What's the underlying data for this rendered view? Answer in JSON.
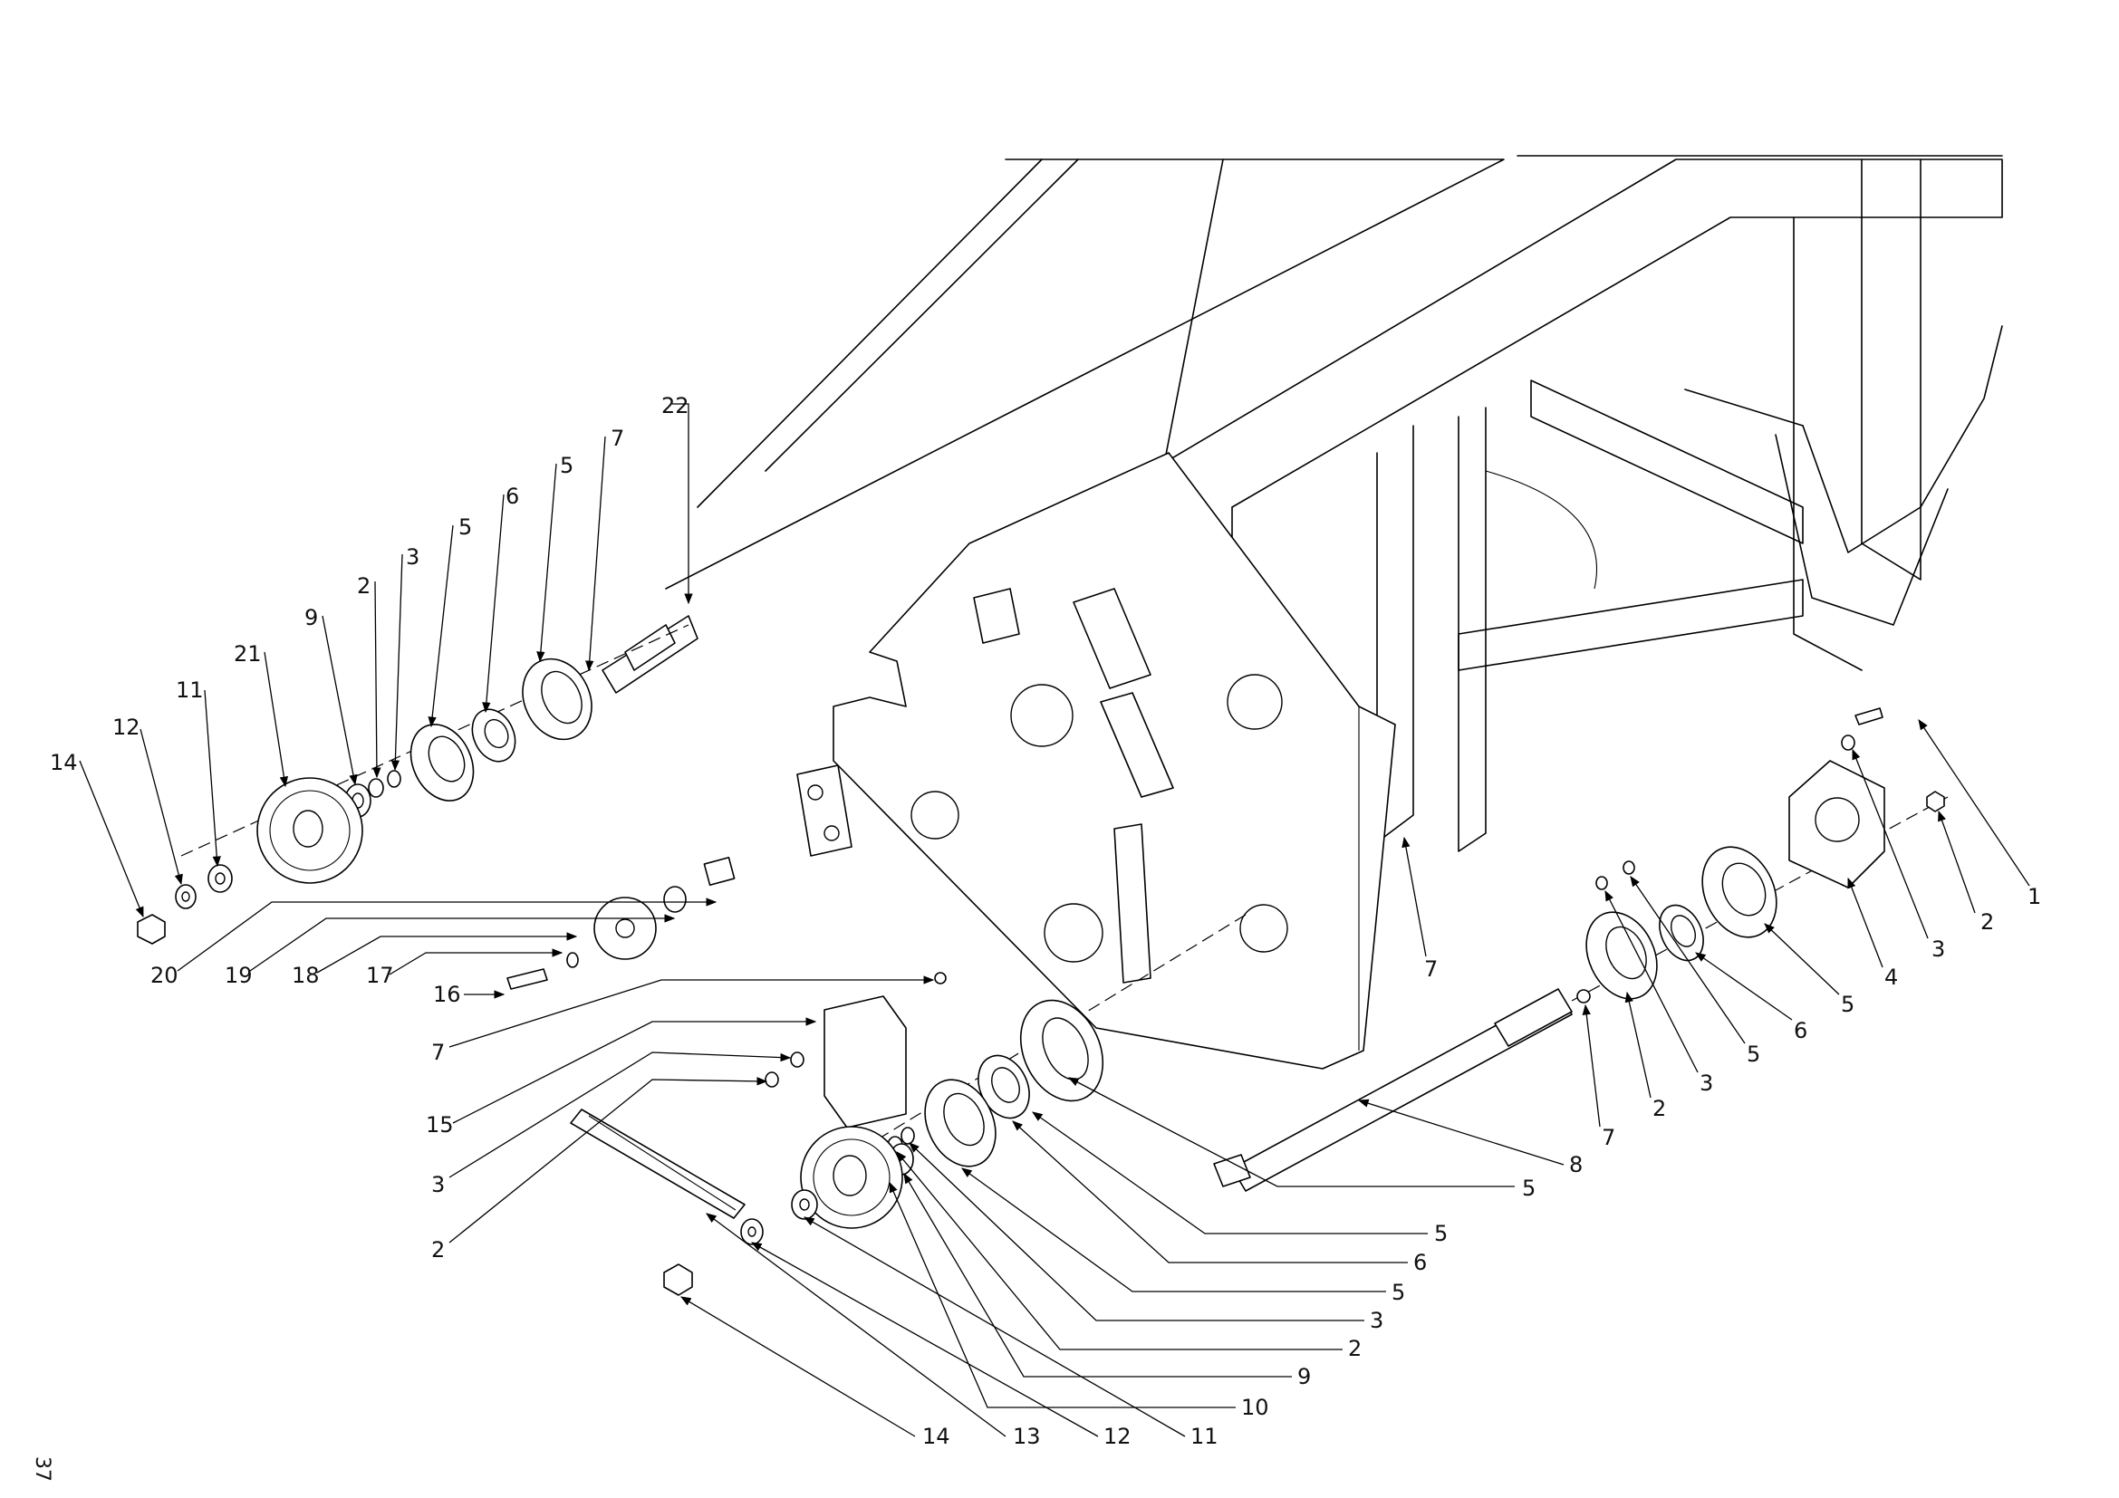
{
  "page": {
    "number": "37"
  },
  "callouts": [
    "1",
    "2",
    "3",
    "4",
    "5",
    "6",
    "5",
    "3",
    "2",
    "7",
    "5",
    "8",
    "7",
    "5",
    "6",
    "5",
    "3",
    "2",
    "9",
    "10",
    "11",
    "12",
    "13",
    "14",
    "15",
    "3",
    "2",
    "7",
    "16",
    "17",
    "18",
    "19",
    "20",
    "14",
    "12",
    "11",
    "21",
    "9",
    "2",
    "3",
    "5",
    "6",
    "5",
    "7",
    "22"
  ]
}
